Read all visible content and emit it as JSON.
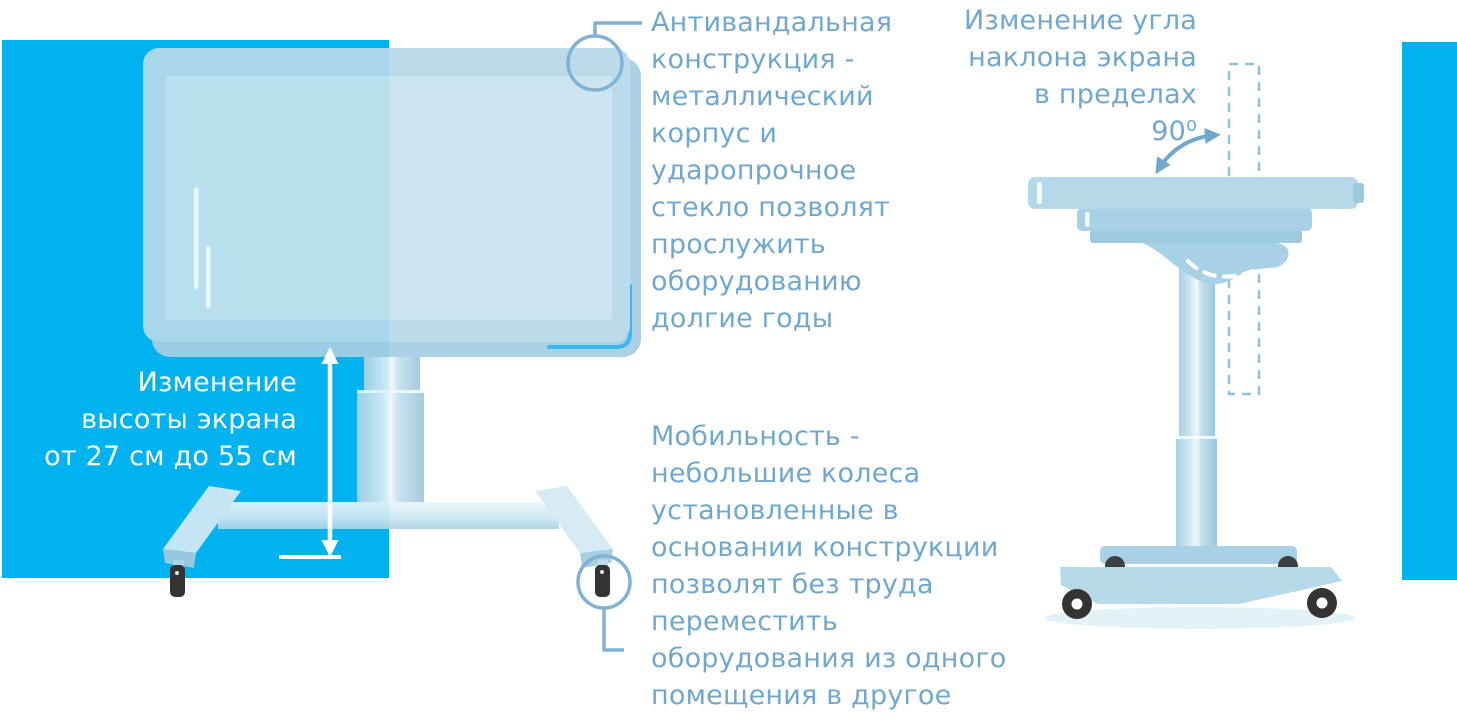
{
  "colors": {
    "accent_cyan": "#00b2f0",
    "accent_line": "#29b4ef",
    "figure_light": "#c9e3f0",
    "figure_mid": "#b6d9ea",
    "figure_dark": "#a6cee2",
    "annotation_stroke": "#7fb2d4",
    "dashed_stroke": "#8fc2df",
    "text_blue": "#6fa8cc",
    "text_white": "#ffffff",
    "wheel_black": "#333333"
  },
  "annotations": {
    "durability": {
      "text": "Антивандальная\nконструкция -\nметаллический\nкорпус и\nударопрочное\nстекло позволят\nпрослужить\nоборудованию\nдолгие годы"
    },
    "height": {
      "text": "Изменение\nвысоты экрана\nот 27 см до 55 см"
    },
    "mobility": {
      "text": "Мобильность -\nнебольшие колеса\nустановленные в\nосновании конструкции\nпозволят без труда\nпереместить\nоборудования из одного\nпомещения в другое"
    },
    "tilt": {
      "text": "Изменение угла\nнаклона экрана\nв пределах\n90⁰"
    }
  },
  "figures": {
    "front_view": "mobile-stand-front-view",
    "side_view": "mobile-stand-side-view-tilt"
  }
}
